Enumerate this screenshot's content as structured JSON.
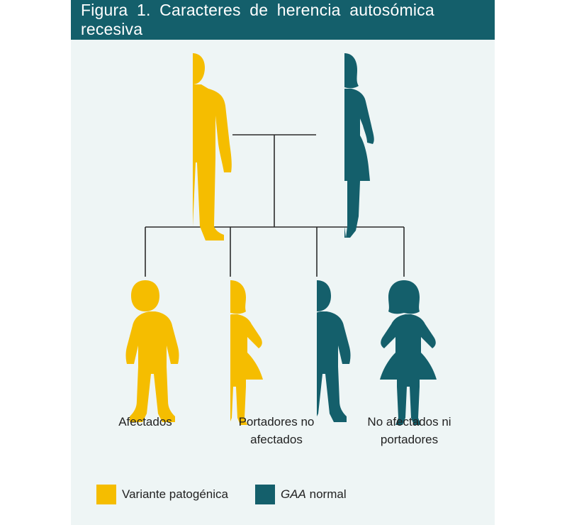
{
  "title": "Figura 1. Caracteres de herencia autosómica recesiva",
  "colors": {
    "pathogenic": "#f5bd00",
    "normal": "#145f6b",
    "line": "#2b2b2b",
    "header": "#145f6b",
    "panel": "#eef5f5"
  },
  "groups": {
    "affected": "Afectados",
    "carriers_line1": "Portadores no",
    "carriers_line2": "afectados",
    "unaffected_line1": "No afectados ni",
    "unaffected_line2": "portadores"
  },
  "legend": {
    "pathogenic_label": "Variante patogénica",
    "normal_gene": "GAA",
    "normal_label": " normal"
  },
  "icons": {
    "father": "man-silhouette-icon",
    "mother": "woman-silhouette-icon",
    "child1": "boy-silhouette-icon",
    "child2": "girl-silhouette-icon",
    "child3": "boy-silhouette-icon",
    "child4": "girl-silhouette-icon"
  }
}
